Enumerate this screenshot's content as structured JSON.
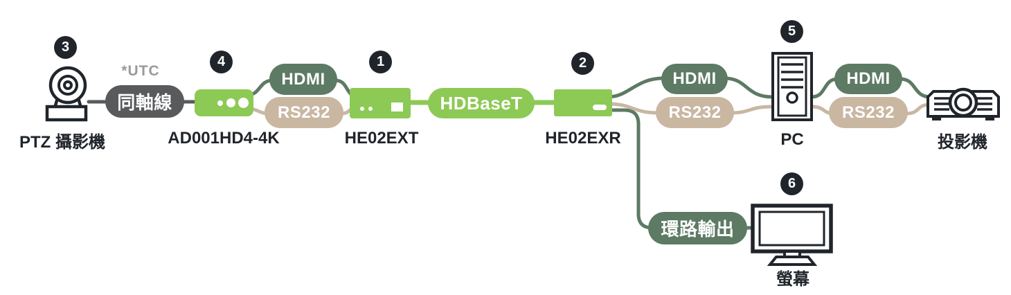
{
  "diagram": {
    "badges": {
      "he02ext": "1",
      "he02exr": "2",
      "camera": "3",
      "ad001": "4",
      "pc": "5",
      "monitor": "6"
    },
    "nodes": {
      "camera": {
        "label": "PTZ 攝影機"
      },
      "ad001": {
        "label": "AD001HD4-4K"
      },
      "he02ext": {
        "label": "HE02EXT"
      },
      "he02exr": {
        "label": "HE02EXR"
      },
      "pc": {
        "label": "PC"
      },
      "projector": {
        "label": "投影機"
      },
      "monitor": {
        "label": "螢幕"
      }
    },
    "pills": {
      "coaxial": "同軸線",
      "hdmi": "HDMI",
      "rs232": "RS232",
      "hdbaset": "HDBaseT",
      "loopout": "環路輸出"
    },
    "annotations": {
      "utc": "*UTC"
    },
    "colors": {
      "bright_green": "#8dc955",
      "sage_green": "#5d7a64",
      "tan": "#c9b7a2",
      "dark_gray": "#595a5c",
      "badge_black": "#20252b",
      "label_dark": "#20252b",
      "utc_gray": "#9a9a9a"
    }
  }
}
